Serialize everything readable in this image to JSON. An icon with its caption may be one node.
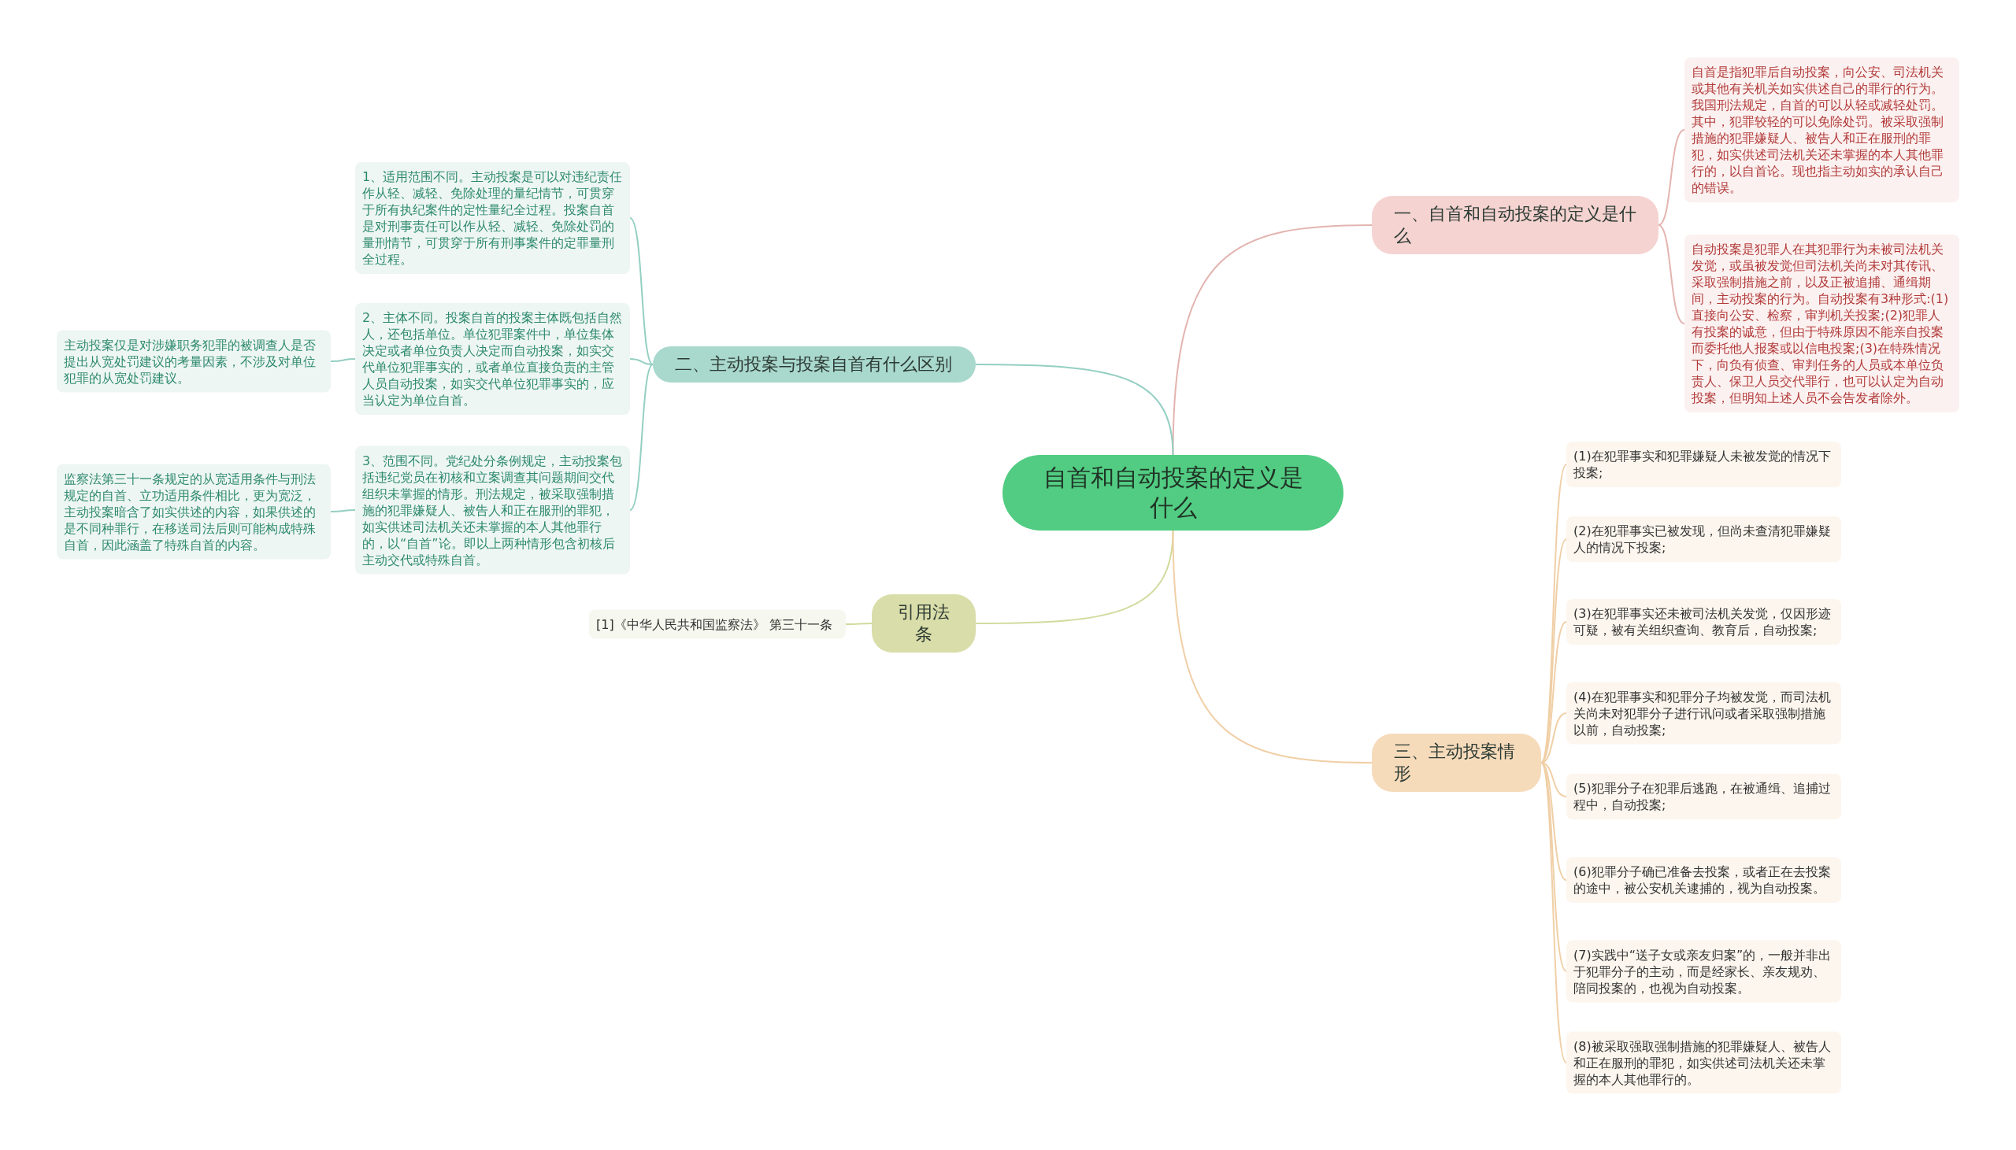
{
  "diagram": {
    "nodes": [
      {
        "text": [
          "自首和自动投案的定义是什么"
        ]
      },
      {
        "text": [
          "一、自首和自动投案的定义是什么"
        ]
      },
      {
        "text": [
          "自首是指犯罪后自动投案，向公安、司法机关或其他有关机关如实供述自己的罪行的行为。我国刑法规定，自首的可以从轻或减轻处罚。其中，犯罪较轻的可以免除处罚。被采取强制措施的犯罪嫌疑人、被告人和正在服刑的罪犯，如实供述司法机关还未掌握的本人其他罪行的，以自首论。现也指主动如实的承认自己的错误。"
        ]
      },
      {
        "text": [
          "自动投案是犯罪人在其犯罪行为未被司法机关发觉，或虽被发觉但司法机关尚未对其传讯、采取强制措施之前，以及正被追捕、通缉期间，主动投案的行为。自动投案有3种形式:(1)直接向公安、检察，审判机关投案;(2)犯罪人有投案的诚意，但由于特殊原因不能亲自投案而委托他人报案或以信电投案;(3)在特殊情况下，向负有侦查、审判任务的人员或本单位负责人、保卫人员交代罪行，也可以认定为自动投案，但明知上述人员不会告发者除外。"
        ]
      },
      {
        "text": [
          "二、主动投案与投案自首有什么区别"
        ]
      },
      {
        "text": [
          "1、适用范围不同。主动投案是可以对违纪责任作从轻、减轻、免除处理的量纪情节，可贯穿于所有执纪案件的定性量纪全过程。投案自首是对刑事责任可以作从轻、减轻、免除处罚的量刑情节，可贯穿于所有刑事案件的定罪量刑全过程。"
        ]
      },
      {
        "text": [
          "2、主体不同。投案自首的投案主体既包括自然人，还包括单位。单位犯罪案件中，单位集体决定或者单位负责人决定而自动投案，如实交代单位犯罪事实的，或者单位直接负责的主管人员自动投案，如实交代单位犯罪事实的，应当认定为单位自首。"
        ]
      },
      {
        "text": [
          "主动投案仅是对涉嫌职务犯罪的被调查人是否提出从宽处罚建议的考量因素，不涉及对单位犯罪的从宽处罚建议。"
        ]
      },
      {
        "text": [
          "3、范围不同。党纪处分条例规定，主动投案包括违纪党员在初核和立案调查其问题期间交代组织未掌握的情形。刑法规定，被采取强制措施的犯罪嫌疑人、被告人和正在服刑的罪犯，如实供述司法机关还未掌握的本人其他罪行的，以“自首”论。即以上两种情形包含初核后主动交代或特殊自首。"
        ]
      },
      {
        "text": [
          "监察法第三十一条规定的从宽适用条件与刑法规定的自首、立功适用条件相比，更为宽泛，主动投案暗含了如实供述的内容，如果供述的是不同种罪行，在移送司法后则可能构成特殊自首，因此涵盖了特殊自首的内容。"
        ]
      },
      {
        "text": [
          "引用法条"
        ]
      },
      {
        "text": [
          "[1]《中华人民共和国监察法》 第三十一条"
        ]
      },
      {
        "text": [
          "三、主动投案情形"
        ]
      },
      {
        "text": [
          "(1)在犯罪事实和犯罪嫌疑人未被发觉的情况下投案;"
        ]
      },
      {
        "text": [
          "(2)在犯罪事实已被发现，但尚未查清犯罪嫌疑人的情况下投案;"
        ]
      },
      {
        "text": [
          "(3)在犯罪事实还未被司法机关发觉，仅因形迹可疑，被有关组织查询、教育后，自动投案;"
        ]
      },
      {
        "text": [
          "(4)在犯罪事实和犯罪分子均被发觉，而司法机关尚未对犯罪分子进行讯问或者采取强制措施以前，自动投案;"
        ]
      },
      {
        "text": [
          "(5)犯罪分子在犯罪后逃跑，在被通缉、追捕过程中，自动投案;"
        ]
      },
      {
        "text": [
          "(6)犯罪分子确已准备去投案，或者正在去投案的途中，被公安机关逮捕的，视为自动投案。"
        ]
      },
      {
        "text": [
          "(7)实践中“送子女或亲友归案”的，一般并非出于犯罪分子的主动，而是经家长、亲友规劝、陪同投案的，也视为自动投案。"
        ]
      },
      {
        "text": [
          "(8)被采取强取强制措施的犯罪嫌疑人、被告人和正在服刑的罪犯，如实供述司法机关还未掌握的本人其他罪行的。"
        ]
      }
    ],
    "edges": [
      {
        "from": 0,
        "to": 1,
        "arrow": "none",
        "color": "#e3b4b0"
      },
      {
        "from": 1,
        "to": 2,
        "arrow": "none",
        "color": "#e3b4b0"
      },
      {
        "from": 1,
        "to": 3,
        "arrow": "none",
        "color": "#e3b4b0"
      },
      {
        "from": 0,
        "to": 4,
        "arrow": "none",
        "color": "#94cfc2"
      },
      {
        "from": 4,
        "to": 5,
        "arrow": "none",
        "color": "#94cfc2"
      },
      {
        "from": 4,
        "to": 6,
        "arrow": "none",
        "color": "#94cfc2"
      },
      {
        "from": 6,
        "to": 7,
        "arrow": "none",
        "color": "#94cfc2"
      },
      {
        "from": 4,
        "to": 8,
        "arrow": "none",
        "color": "#94cfc2"
      },
      {
        "from": 8,
        "to": 9,
        "arrow": "none",
        "color": "#94cfc2"
      },
      {
        "from": 0,
        "to": 10,
        "arrow": "none",
        "color": "#d3da9e"
      },
      {
        "from": 10,
        "to": 11,
        "arrow": "none",
        "color": "#d3da9e"
      },
      {
        "from": 0,
        "to": 12,
        "arrow": "none"
      },
      {
        "from": 12,
        "to": 13,
        "arrow": "none"
      },
      {
        "from": 12,
        "to": 14,
        "arrow": "none"
      },
      {
        "from": 12,
        "to": 15,
        "arrow": "none"
      },
      {
        "from": 12,
        "to": 16,
        "arrow": "none"
      },
      {
        "from": 12,
        "to": 17,
        "arrow": "none"
      },
      {
        "from": 12,
        "to": 18,
        "arrow": "none"
      },
      {
        "from": 12,
        "to": 19,
        "arrow": "none"
      },
      {
        "from": 12,
        "to": 20,
        "arrow": "none"
      }
    ]
  }
}
